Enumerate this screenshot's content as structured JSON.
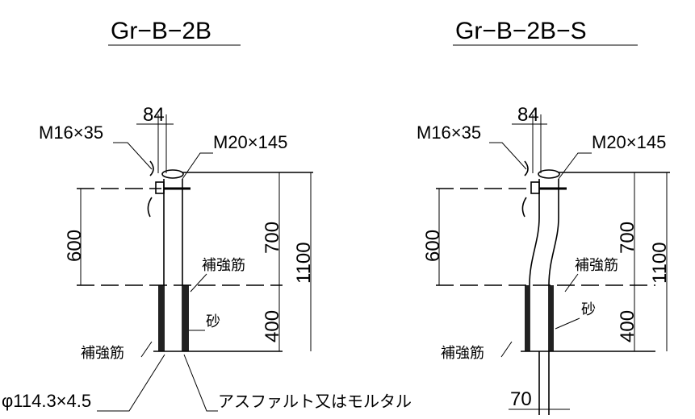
{
  "left": {
    "title": "Gr−B−2B",
    "top_dim": "84",
    "bolt_left": "M16×35",
    "bolt_right": "M20×145",
    "dim_600": "600",
    "dim_700": "700",
    "dim_400": "400",
    "dim_1100": "1100",
    "rebar_top": "補強筋",
    "sand": "砂",
    "rebar_bottom": "補強筋",
    "pipe_spec": "φ114.3×4.5",
    "asphalt": "アスファルト又はモルタル"
  },
  "right": {
    "title": "Gr−B−2B−S",
    "top_dim": "84",
    "bolt_left": "M16×35",
    "bolt_right": "M20×145",
    "dim_600": "600",
    "dim_700": "700",
    "dim_400": "400",
    "dim_1100": "1100",
    "rebar_top": "補強筋",
    "sand": "砂",
    "rebar_bottom": "補強筋",
    "bottom_dim": "70"
  }
}
